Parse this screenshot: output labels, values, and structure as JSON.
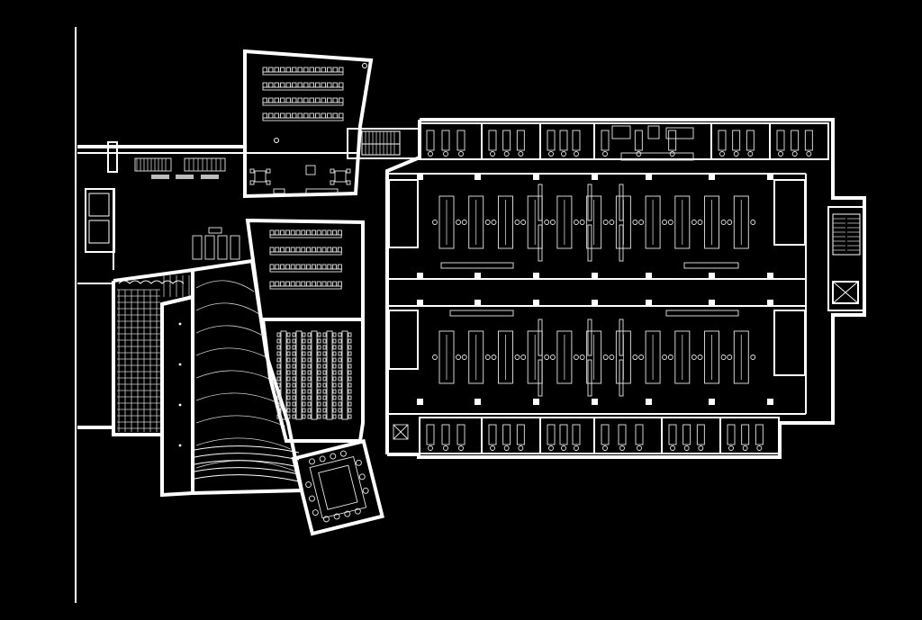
{
  "drawing": {
    "type": "architectural-floor-plan",
    "colors": {
      "background": "#000000",
      "linework": "#ffffff",
      "secondary": "#cfcfcf"
    },
    "icons": [
      "stair-icon",
      "elevator-icon",
      "door-icon",
      "seat-icon"
    ],
    "counts": {
      "upper_lecture_rows": 4,
      "middle_lecture_rows": 4,
      "north_lab_benches": 11,
      "south_lab_benches": 11,
      "auditorium_tiers": 9,
      "round_table_seats": 14
    }
  }
}
